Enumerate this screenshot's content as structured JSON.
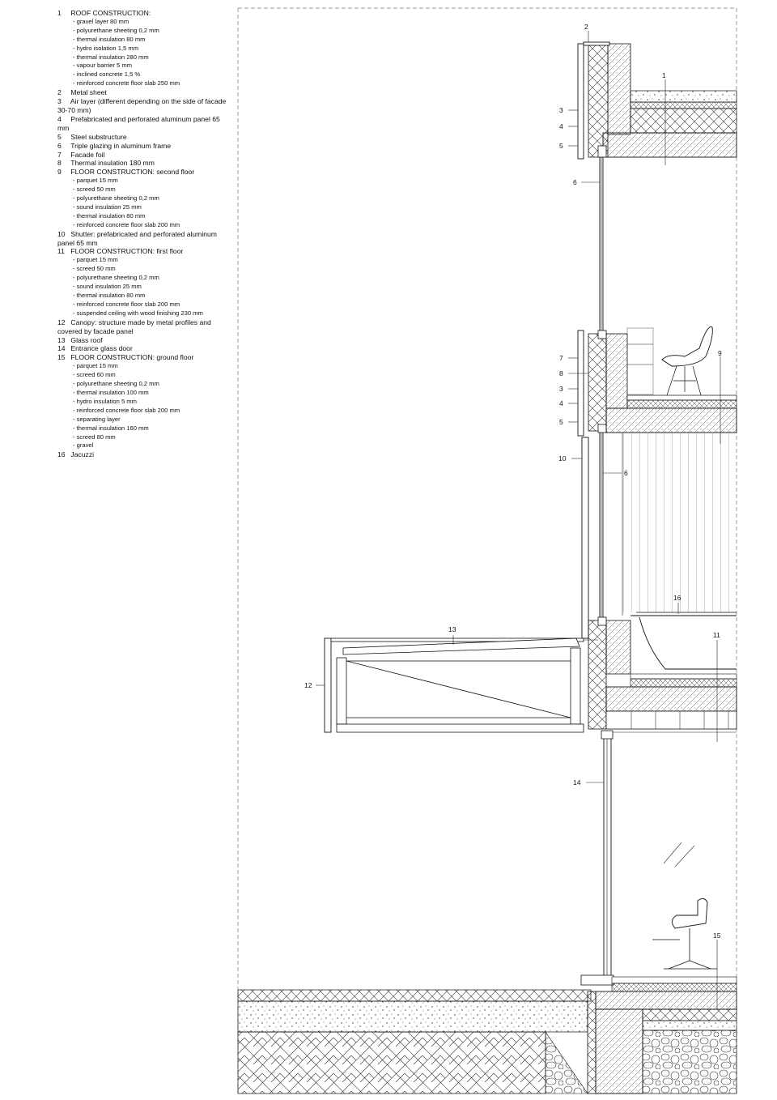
{
  "legend": [
    {
      "num": "1",
      "text": "ROOF CONSTRUCTION:",
      "subs": [
        "- gravel layer 80 mm",
        "- polyurethane sheeting 0,2 mm",
        "- thermal insulation 80 mm",
        "- hydro isolation 1,5 mm",
        "- thermal insulation 280 mm",
        "- vapour barrier 5 mm",
        "- inclined concrete 1,5 %",
        "- reinforced concrete floor slab 250 mm"
      ]
    },
    {
      "num": "2",
      "text": "Metal sheet",
      "subs": []
    },
    {
      "num": "3",
      "text": "Air layer (different depending on the side of facade 30-70 mm)",
      "subs": []
    },
    {
      "num": "4",
      "text": "Prefabricated and perforated aluminum panel 65 mm",
      "subs": []
    },
    {
      "num": "5",
      "text": "Steel substructure",
      "subs": []
    },
    {
      "num": "6",
      "text": "Triple glazing in aluminum frame",
      "subs": []
    },
    {
      "num": "7",
      "text": "Facade foil",
      "subs": []
    },
    {
      "num": "8",
      "text": "Thermal insulation 180 mm",
      "subs": []
    },
    {
      "num": "9",
      "text": "FLOOR CONSTRUCTION: second floor",
      "subs": [
        "- parquet 15 mm",
        "- screed 50 mm",
        "- polyurethane sheeting 0,2 mm",
        "- sound insulation 25 mm",
        "- thermal insulation 80 mm",
        "- reinforced concrete floor slab 200 mm"
      ]
    },
    {
      "num": "10",
      "text": "Shutter: prefabricated and perforated aluminum panel 65 mm",
      "subs": []
    },
    {
      "num": "11",
      "text": "FLOOR CONSTRUCTION: first floor",
      "subs": [
        "- parquet 15 mm",
        "- screed 50 mm",
        "- polyurethane sheeting 0,2 mm",
        "- sound insulation 25 mm",
        "- thermal insulation 80 mm",
        "- reinforced concrete floor slab 200 mm",
        "- suspended ceiling with wood finishing 230 mm"
      ]
    },
    {
      "num": "12",
      "text": "Canopy: structure made by metal profiles and covered by facade panel",
      "subs": []
    },
    {
      "num": "13",
      "text": "Glass roof",
      "subs": []
    },
    {
      "num": "14",
      "text": "Entrance glass door",
      "subs": []
    },
    {
      "num": "15",
      "text": "FLOOR CONSTRUCTION: ground floor",
      "subs": [
        "- parquet 15 mm",
        "- screed 60 mm",
        "- polyurethane sheeting 0,2 mm",
        "- thermal insulation 100 mm",
        "- hydro insulation 5 mm",
        "- reinforced concrete floor slab 200 mm",
        "- separating layer",
        "- thermal insulation 160 mm",
        "- screed 80 mm",
        "- gravel"
      ]
    },
    {
      "num": "16",
      "text": "Jacuzzi",
      "subs": []
    }
  ],
  "callouts": {
    "c1": "1",
    "c2": "2",
    "c3a": "3",
    "c4a": "4",
    "c5a": "5",
    "c6a": "6",
    "c7": "7",
    "c8": "8",
    "c3b": "3",
    "c4b": "4",
    "c5b": "5",
    "c9": "9",
    "c10": "10",
    "c6b": "6",
    "c16": "16",
    "c13": "13",
    "c11": "11",
    "c12": "12",
    "c14": "14",
    "c15": "15"
  }
}
